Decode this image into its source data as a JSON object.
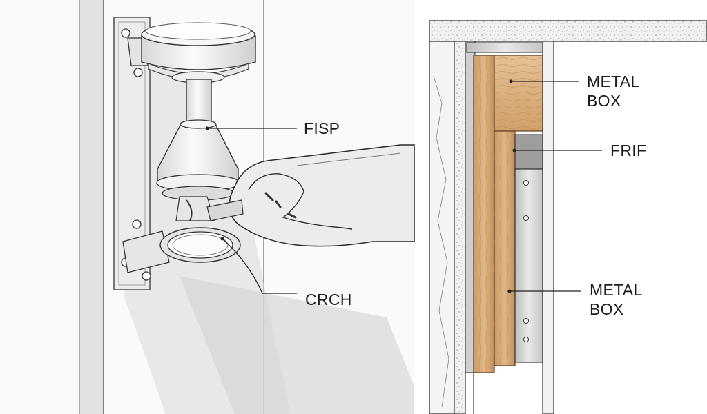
{
  "labels": {
    "fisp": "FISP",
    "crch": "CRCH",
    "metal_box_top": [
      "METAL",
      "BOX"
    ],
    "frif": "FRIF",
    "metal_box_bottom": [
      "METAL",
      "BOX"
    ]
  }
}
